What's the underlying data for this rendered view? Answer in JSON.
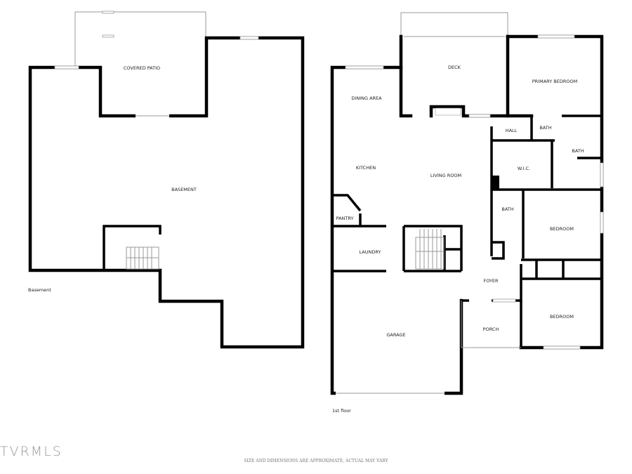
{
  "basement": {
    "caption": "Basement",
    "rooms": {
      "covered_patio": "COVERED PATIO",
      "basement": "BASEMENT"
    }
  },
  "first_floor": {
    "caption": "1st floor",
    "rooms": {
      "deck": "DECK",
      "primary_bedroom": "PRIMARY BEDROOM",
      "dining_area": "DINING AREA",
      "hall": "HALL",
      "bath1": "BATH",
      "bath2": "BATH",
      "kitchen": "KITCHEN",
      "living_room": "LIVING ROOM",
      "wic": "W.I.C.",
      "pantry": "PANTRY",
      "bath3": "BATH",
      "bedroom1": "BEDROOM",
      "laundry": "LAUNDRY",
      "foyer": "FOYER",
      "garage": "GARAGE",
      "porch": "PORCH",
      "bedroom2": "BEDROOM"
    }
  },
  "logo": "TVRMLS",
  "disclaimer": "SIZE AND DIMENSIONS ARE APPROXIMATE, ACTUAL MAY VARY"
}
